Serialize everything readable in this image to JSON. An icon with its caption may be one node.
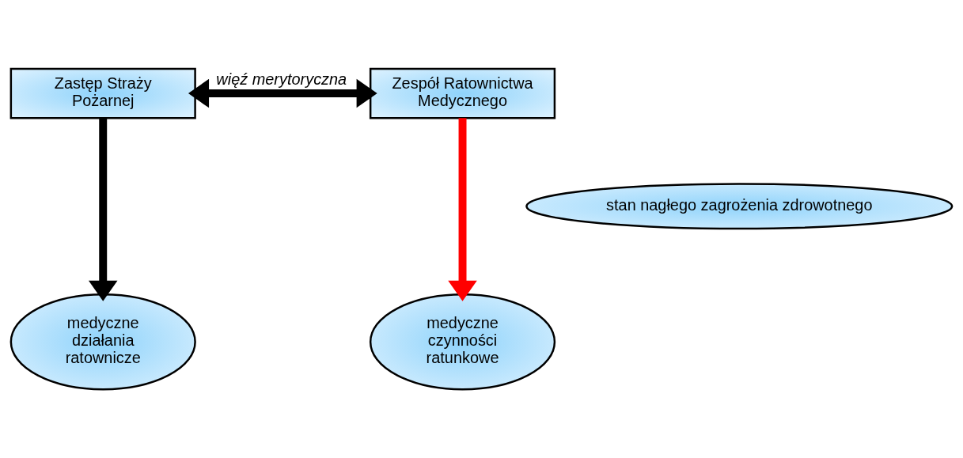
{
  "diagram": {
    "nodes": [
      {
        "text": [
          "Zastęp Straży Pożarnej"
        ]
      },
      {
        "text": [
          "Zespół Ratownictwa Medycznego"
        ]
      },
      {
        "text": [
          "stan nagłego zagrożenia zdrowotnego"
        ]
      },
      {
        "text": [
          "medyczne działania ratownicze"
        ]
      },
      {
        "text": [
          "medyczne czynności ratunkowe"
        ]
      }
    ],
    "edges": [
      {
        "from": 0,
        "to": 1,
        "arrow": "both",
        "label": "więź merytoryczna"
      },
      {
        "from": 0,
        "to": 3,
        "arrow": "to"
      },
      {
        "from": 1,
        "to": 4,
        "arrow": "to",
        "color": "#ff0000"
      }
    ]
  }
}
